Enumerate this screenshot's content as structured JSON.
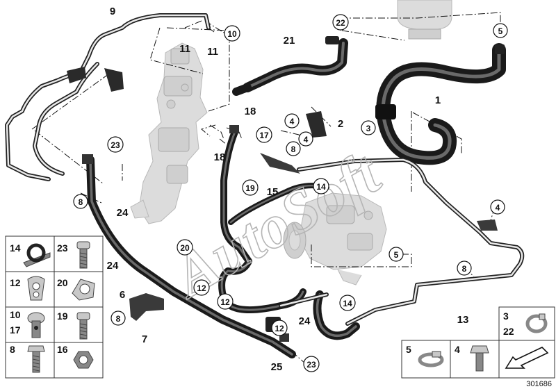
{
  "watermark": "AutoSoft",
  "diagram_number": "301686",
  "callouts": [
    {
      "id": "c9",
      "text": "9"
    },
    {
      "id": "c22",
      "text": "22"
    },
    {
      "id": "c5a",
      "text": "5"
    },
    {
      "id": "c21",
      "text": "21"
    },
    {
      "id": "c11a",
      "text": "11"
    },
    {
      "id": "c11b",
      "text": "11"
    },
    {
      "id": "c10",
      "text": "10"
    },
    {
      "id": "c1",
      "text": "1"
    },
    {
      "id": "c18a",
      "text": "18"
    },
    {
      "id": "c17",
      "text": "17"
    },
    {
      "id": "c18b",
      "text": "18"
    },
    {
      "id": "c4a",
      "text": "4"
    },
    {
      "id": "c2",
      "text": "2"
    },
    {
      "id": "c3",
      "text": "3"
    },
    {
      "id": "c8a",
      "text": "8"
    },
    {
      "id": "c4b",
      "text": "4"
    },
    {
      "id": "c23a",
      "text": "23"
    },
    {
      "id": "c19",
      "text": "19"
    },
    {
      "id": "c15",
      "text": "15"
    },
    {
      "id": "c14a",
      "text": "14"
    },
    {
      "id": "c8b",
      "text": "8"
    },
    {
      "id": "c24a",
      "text": "24"
    },
    {
      "id": "c20",
      "text": "20"
    },
    {
      "id": "c4c",
      "text": "4"
    },
    {
      "id": "c5b",
      "text": "5"
    },
    {
      "id": "c24b",
      "text": "24"
    },
    {
      "id": "c6",
      "text": "6"
    },
    {
      "id": "c12a",
      "text": "12"
    },
    {
      "id": "c12b",
      "text": "12"
    },
    {
      "id": "c8c",
      "text": "8"
    },
    {
      "id": "c7",
      "text": "7"
    },
    {
      "id": "c8d",
      "text": "8"
    },
    {
      "id": "c14b",
      "text": "14"
    },
    {
      "id": "c13",
      "text": "13"
    },
    {
      "id": "c24c",
      "text": "24"
    },
    {
      "id": "c12c",
      "text": "12"
    },
    {
      "id": "c25",
      "text": "25"
    },
    {
      "id": "c23b",
      "text": "23"
    }
  ],
  "legend_left": [
    {
      "id": "l14",
      "line1": "14",
      "line2": "",
      "icon": "hose-clip-icon"
    },
    {
      "id": "l23",
      "line1": "23",
      "line2": "",
      "icon": "bolt-icon"
    },
    {
      "id": "l12",
      "line1": "12",
      "line2": "",
      "icon": "double-clip-icon"
    },
    {
      "id": "l20",
      "line1": "20",
      "line2": "",
      "icon": "clamp-icon"
    },
    {
      "id": "l10",
      "line1": "10",
      "line2": "17",
      "icon": "banjo-bolt-icon"
    },
    {
      "id": "l19",
      "line1": "19",
      "line2": "",
      "icon": "screw-icon"
    },
    {
      "id": "l8",
      "line1": "8",
      "line2": "",
      "icon": "hex-bolt-icon"
    },
    {
      "id": "l16",
      "line1": "16",
      "line2": "",
      "icon": "hex-nut-icon"
    }
  ],
  "legend_right": [
    {
      "id": "r3",
      "line1": "3",
      "line2": "22",
      "icon": "spring-clamp-icon"
    },
    {
      "id": "r5",
      "line1": "5",
      "line2": "",
      "icon": "worm-clamp-icon"
    },
    {
      "id": "r4",
      "line1": "4",
      "line2": "",
      "icon": "flange-bolt-icon"
    },
    {
      "id": "r_arrow",
      "line1": "",
      "line2": "",
      "icon": "direction-arrow-icon"
    }
  ]
}
